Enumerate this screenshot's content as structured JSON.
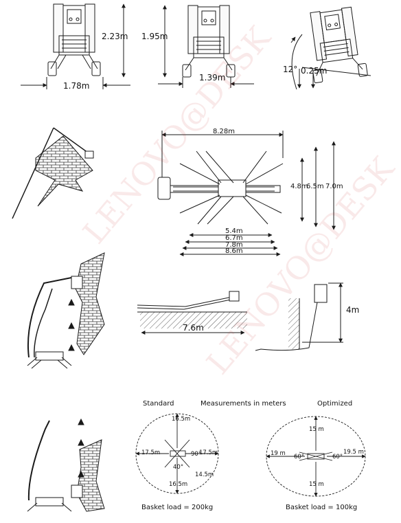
{
  "colors": {
    "line": "#1a1a1a",
    "watermark": "#c82828",
    "bg": "#ffffff"
  },
  "watermark": {
    "text": "LENOVO@DESK"
  },
  "top_views": {
    "width": "1.78m",
    "height_standard": "2.23m",
    "height_lowered": "1.95m",
    "track_width": "1.39m",
    "tilt_angle": "12°",
    "tilt_offset": "0.25m"
  },
  "top_plan": {
    "overall_length": "8.28m",
    "reach_inner": "4.8m",
    "reach_mid": "6.5m",
    "reach_outer": "7.0m",
    "radius_1": "5.4m",
    "radius_2": "6.7m",
    "radius_3": "7.8m",
    "radius_4": "8.6m"
  },
  "side_reach": {
    "horizontal": "7.6m",
    "below_ground": "4m"
  },
  "work_area": {
    "standard_title": "Standard",
    "measurements_title": "Measurements in meters",
    "optimized_title": "Optimized",
    "standard": {
      "top": "16.5m",
      "left": "17.5m",
      "right": "17.5m",
      "bottom": "16.5m",
      "diag": "14.5m",
      "angle_1": "90°",
      "angle_2": "40°"
    },
    "optimized": {
      "top": "15 m",
      "left": "19 m",
      "right": "19.5 m",
      "bottom": "15 m",
      "angle_1": "60°",
      "angle_2": "60°"
    },
    "standard_load": "Basket load = 200kg",
    "optimized_load": "Basket load = 100kg"
  }
}
